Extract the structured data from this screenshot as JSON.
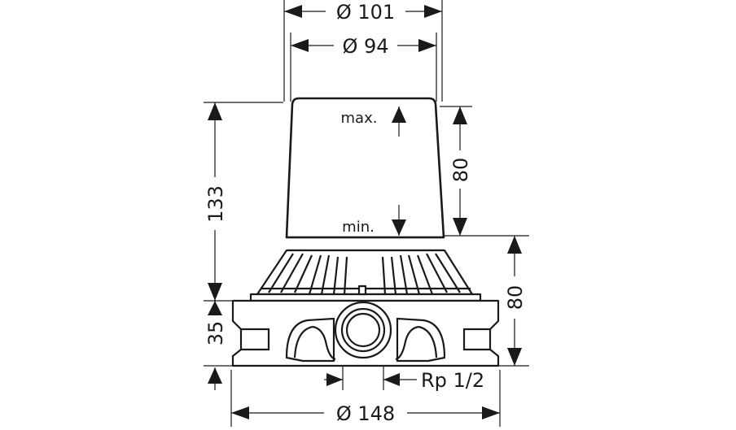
{
  "drawing": {
    "dimensions": {
      "outer_diameter_top": "Ø 101",
      "inner_diameter_top": "Ø 94",
      "total_height": "133",
      "adjust_range": "80",
      "lower_height": "80",
      "base_height": "35",
      "base_diameter": "Ø 148",
      "thread": "Rp 1/2"
    },
    "labels": {
      "max": "max.",
      "min": "min."
    }
  }
}
